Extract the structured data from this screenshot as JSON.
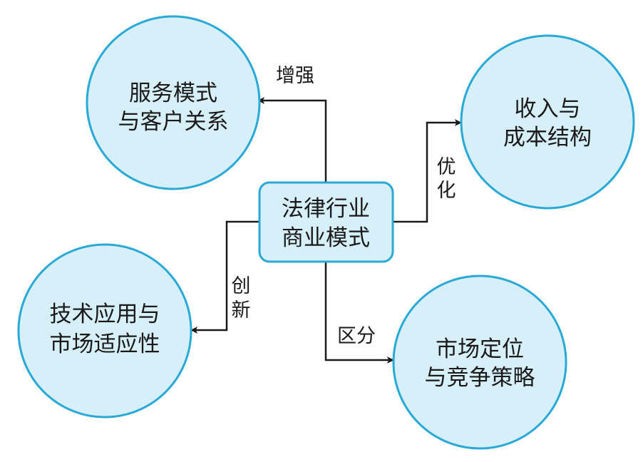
{
  "center": {
    "line1": "法律行业",
    "line2": "商业模式"
  },
  "nodes": {
    "service": {
      "line1": "服务模式",
      "line2": "与客户关系"
    },
    "revenue": {
      "line1": "收入与",
      "line2": "成本结构"
    },
    "tech": {
      "line1": "技术应用与",
      "line2": "市场适应性"
    },
    "market": {
      "line1": "市场定位",
      "line2": "与竞争策略"
    }
  },
  "edges": {
    "enhance": "增强",
    "optimize": {
      "char1": "优",
      "char2": "化"
    },
    "innovate": {
      "char1": "创",
      "char2": "新"
    },
    "differentiate": "区分"
  },
  "colors": {
    "fill": "#d6eff8",
    "stroke": "#29a9d8",
    "line": "#1a1a1a"
  }
}
